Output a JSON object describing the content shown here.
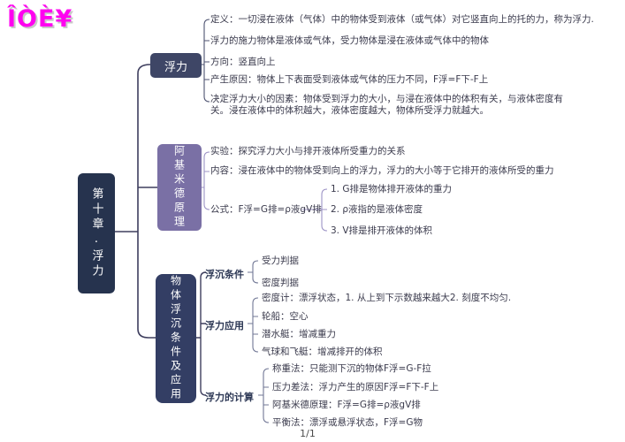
{
  "logo_text": "ÎÒÈ¥",
  "page_indicator": "1/1",
  "colors": {
    "root_bg": "#26334e",
    "branch_fuli_bg": "#3e4666",
    "branch_archimedes_bg": "#7a70a5",
    "branch_float_bg": "#333e64",
    "main_line": "#3e3e5e",
    "purple_line": "#9c93c5",
    "logo": "#ff00f0"
  },
  "root": {
    "label": "第十章.浮力"
  },
  "fuli": {
    "label": "浮力",
    "items": [
      "定义：一切浸在液体（气体）中的物体受到液体（或气体）对它竖直向上的托的力，称为浮力.",
      "浮力的施力物体是液体或气体，受力物体是浸在液体或气体中的物体",
      "方向：竖直向上",
      "产生原因：物体上下表面受到液体或气体的压力不同，F浮=F下-F上",
      "决定浮力大小的因素：物体受到浮力的大小，与浸在液体中的体积有关，与液体密度有关。浸在液体中的体积越大，液体密度越大，物体所受浮力就越大。"
    ]
  },
  "archimedes": {
    "label": "阿基米德原理",
    "experiment": "实验：探究浮力大小与排开液体所受重力的关系",
    "content": "内容：浸在液体中的物体受到向上的浮力，浮力的大小等于它排开的液体所受的重力",
    "formula": "公式：F浮=G排=ρ液gV排",
    "formula_notes": [
      "1. G排是物体排开液体的重力",
      "2. ρ液指的是液体密度",
      "3. V排是排开液体的体积"
    ]
  },
  "floating": {
    "label": "物体浮沉条件及应用",
    "groups": [
      {
        "label": "浮沉条件",
        "children": [
          "受力判据",
          "密度判据"
        ]
      },
      {
        "label": "浮力应用",
        "children": [
          "密度计：漂浮状态，1. 从上到下示数越来越大2. 刻度不均匀.",
          "轮船：空心",
          "潜水艇：增减重力",
          "气球和飞艇：增减排开的体积"
        ]
      },
      {
        "label": "浮力的计算",
        "children": [
          "称重法：只能测下沉的物体F浮=G-F拉",
          "压力差法：浮力产生的原因F浮=F下-F上",
          "阿基米德原理：F浮=G排=ρ液gV排",
          "平衡法：漂浮或悬浮状态，F浮=G物"
        ]
      }
    ]
  }
}
